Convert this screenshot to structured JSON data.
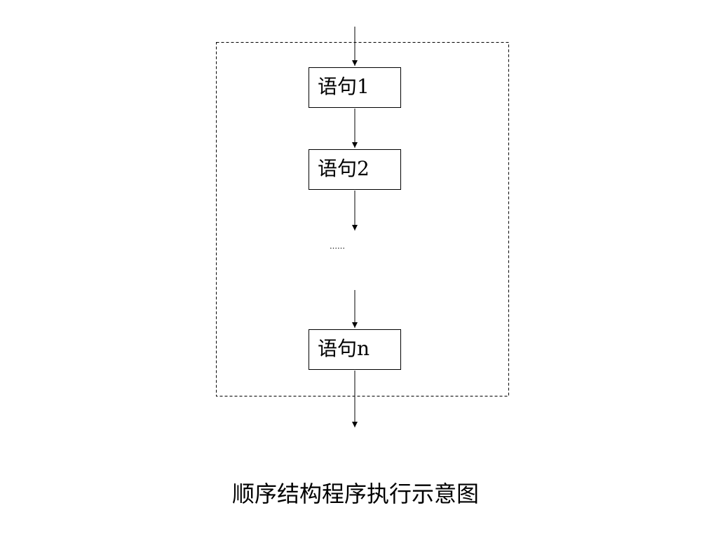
{
  "diagram": {
    "nodes": [
      {
        "id": "1",
        "label": "语句1"
      },
      {
        "id": "2",
        "label": "语句2"
      },
      {
        "id": "n",
        "label": "语句n"
      }
    ],
    "ellipsis": "……",
    "edges": [
      {
        "from": "entry",
        "to": "1"
      },
      {
        "from": "1",
        "to": "2"
      },
      {
        "from": "2",
        "to": "ellipsis"
      },
      {
        "from": "ellipsis",
        "to": "n"
      },
      {
        "from": "n",
        "to": "exit"
      }
    ],
    "caption": "顺序结构程序执行示意图",
    "colors": {
      "stroke": "#000000",
      "background": "#ffffff"
    }
  }
}
